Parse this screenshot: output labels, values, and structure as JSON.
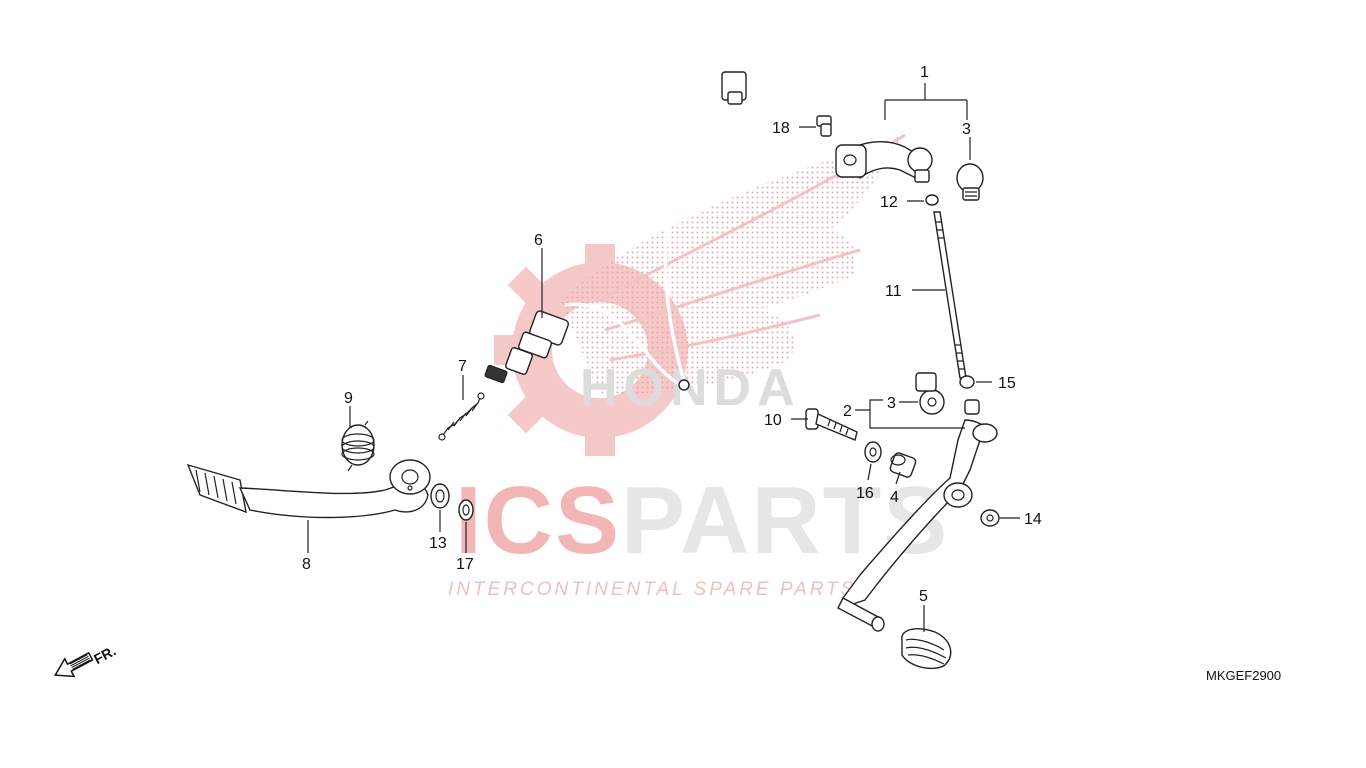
{
  "diagram": {
    "callouts": [
      "1",
      "2",
      "3",
      "3",
      "4",
      "5",
      "6",
      "7",
      "8",
      "9",
      "10",
      "11",
      "12",
      "13",
      "14",
      "15",
      "16",
      "17",
      "18"
    ],
    "code": "MKGEF2900",
    "direction_label": "FR.",
    "watermark": {
      "brand_prefix": "ICS",
      "brand_suffix": "PARTS",
      "tagline": "INTERCONTINENTAL SPARE PARTS",
      "wing_text": "HONDA"
    },
    "colors": {
      "line": "#222222",
      "watermark_red": "#f2b6b6",
      "watermark_grey": "#e6e6e6"
    }
  }
}
